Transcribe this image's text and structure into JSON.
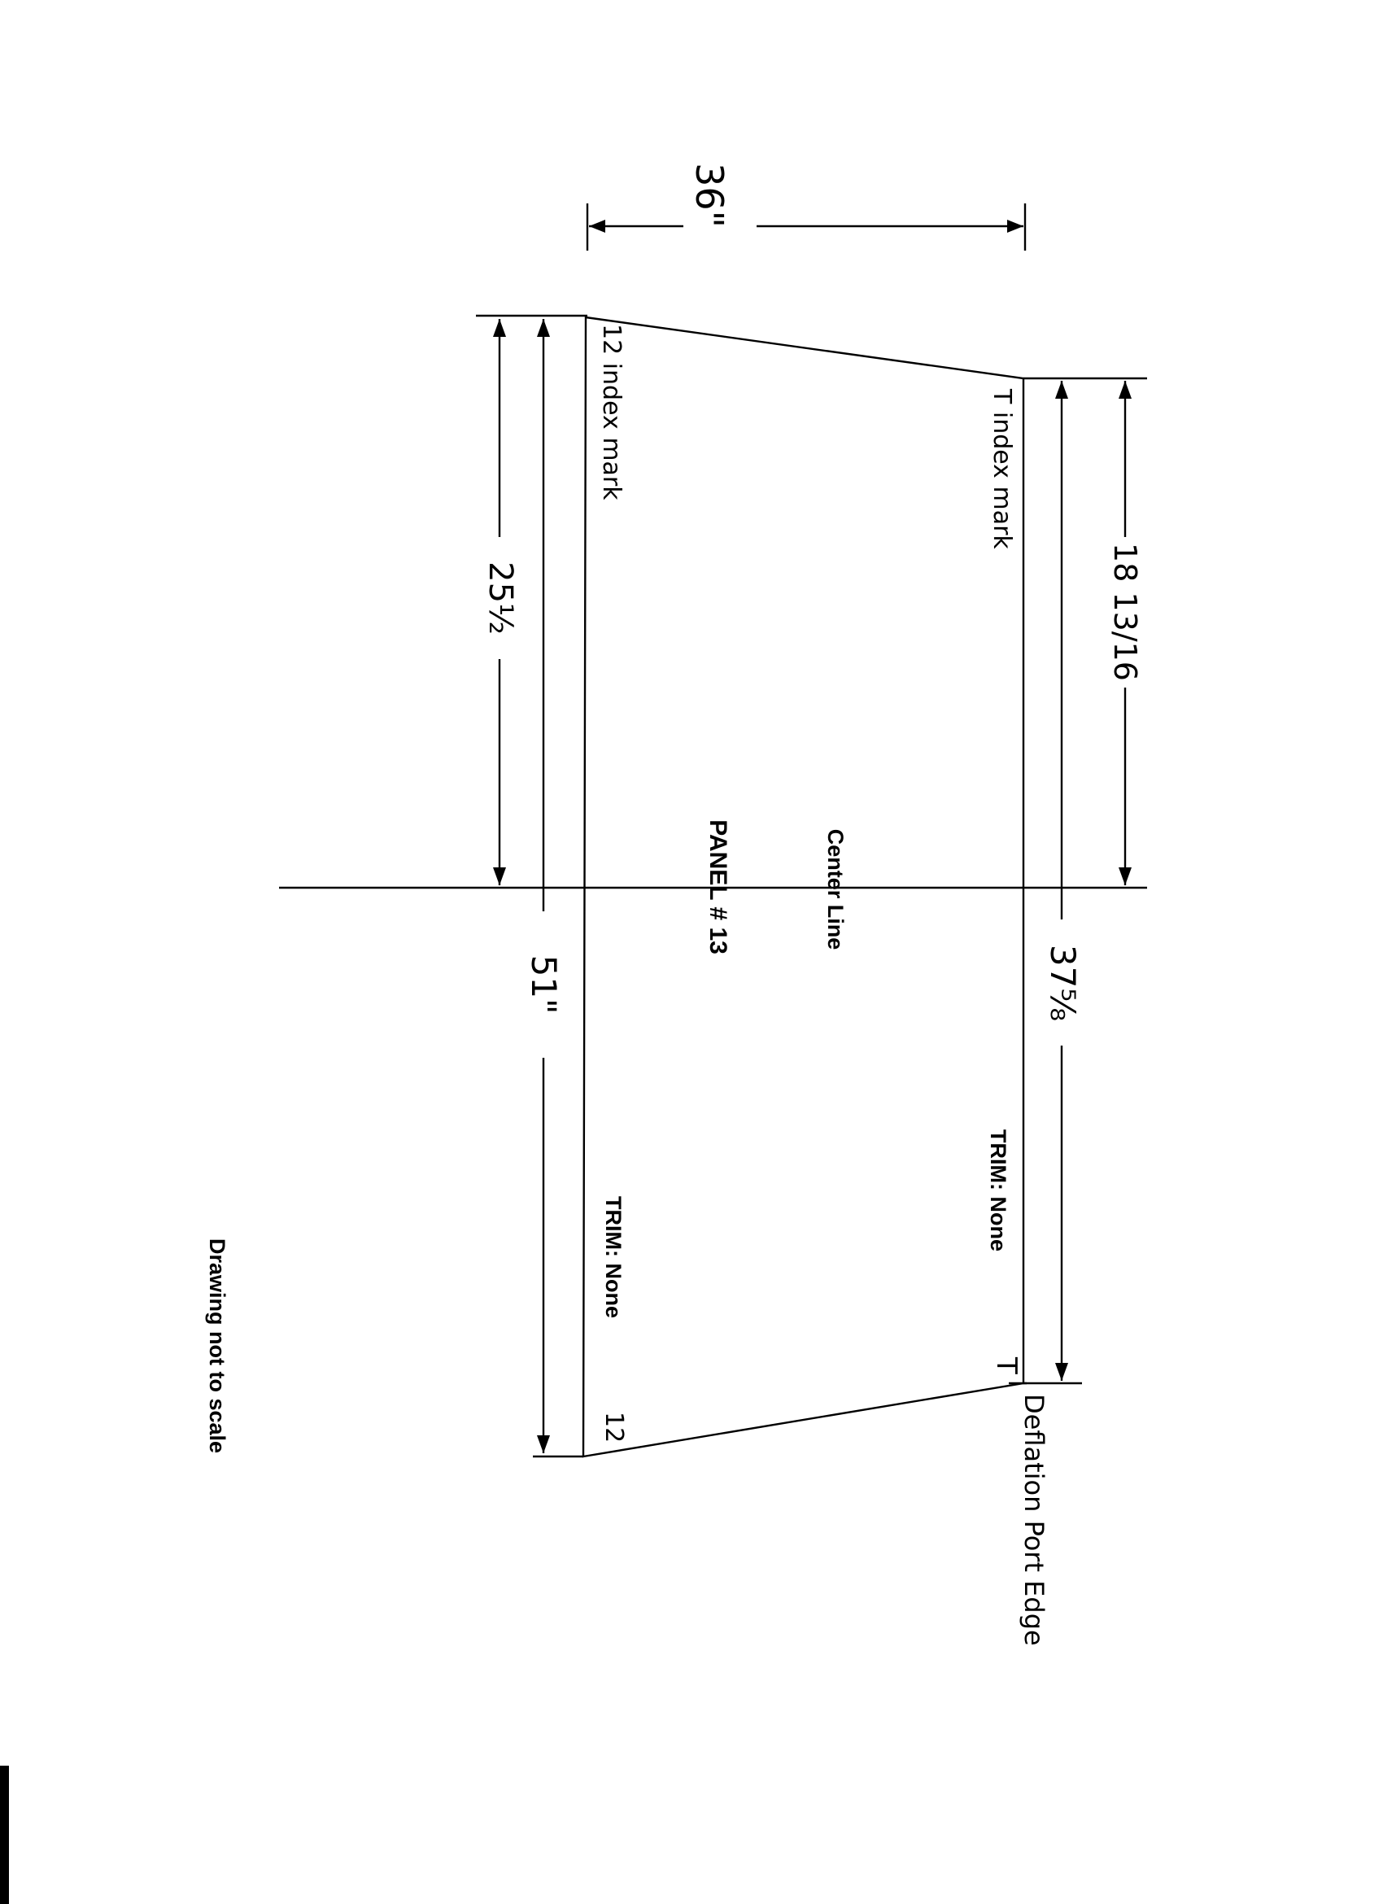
{
  "dimensions": {
    "width_top": "36\"",
    "left_short": "25½",
    "left_full": "51\"",
    "right_short": "18 13/16",
    "right_full": "37⅝"
  },
  "labels": {
    "t_index_mark": "T index mark",
    "twelve_index_mark": "12 index mark",
    "center_line": "Center Line",
    "panel": "PANEL # 13",
    "trim_right": "TRIM:  None",
    "trim_left": "TRIM:  None",
    "t_corner": "T",
    "twelve_corner": "12",
    "deflation_port_edge": "Deflation Port Edge",
    "note": "Drawing not to scale"
  }
}
